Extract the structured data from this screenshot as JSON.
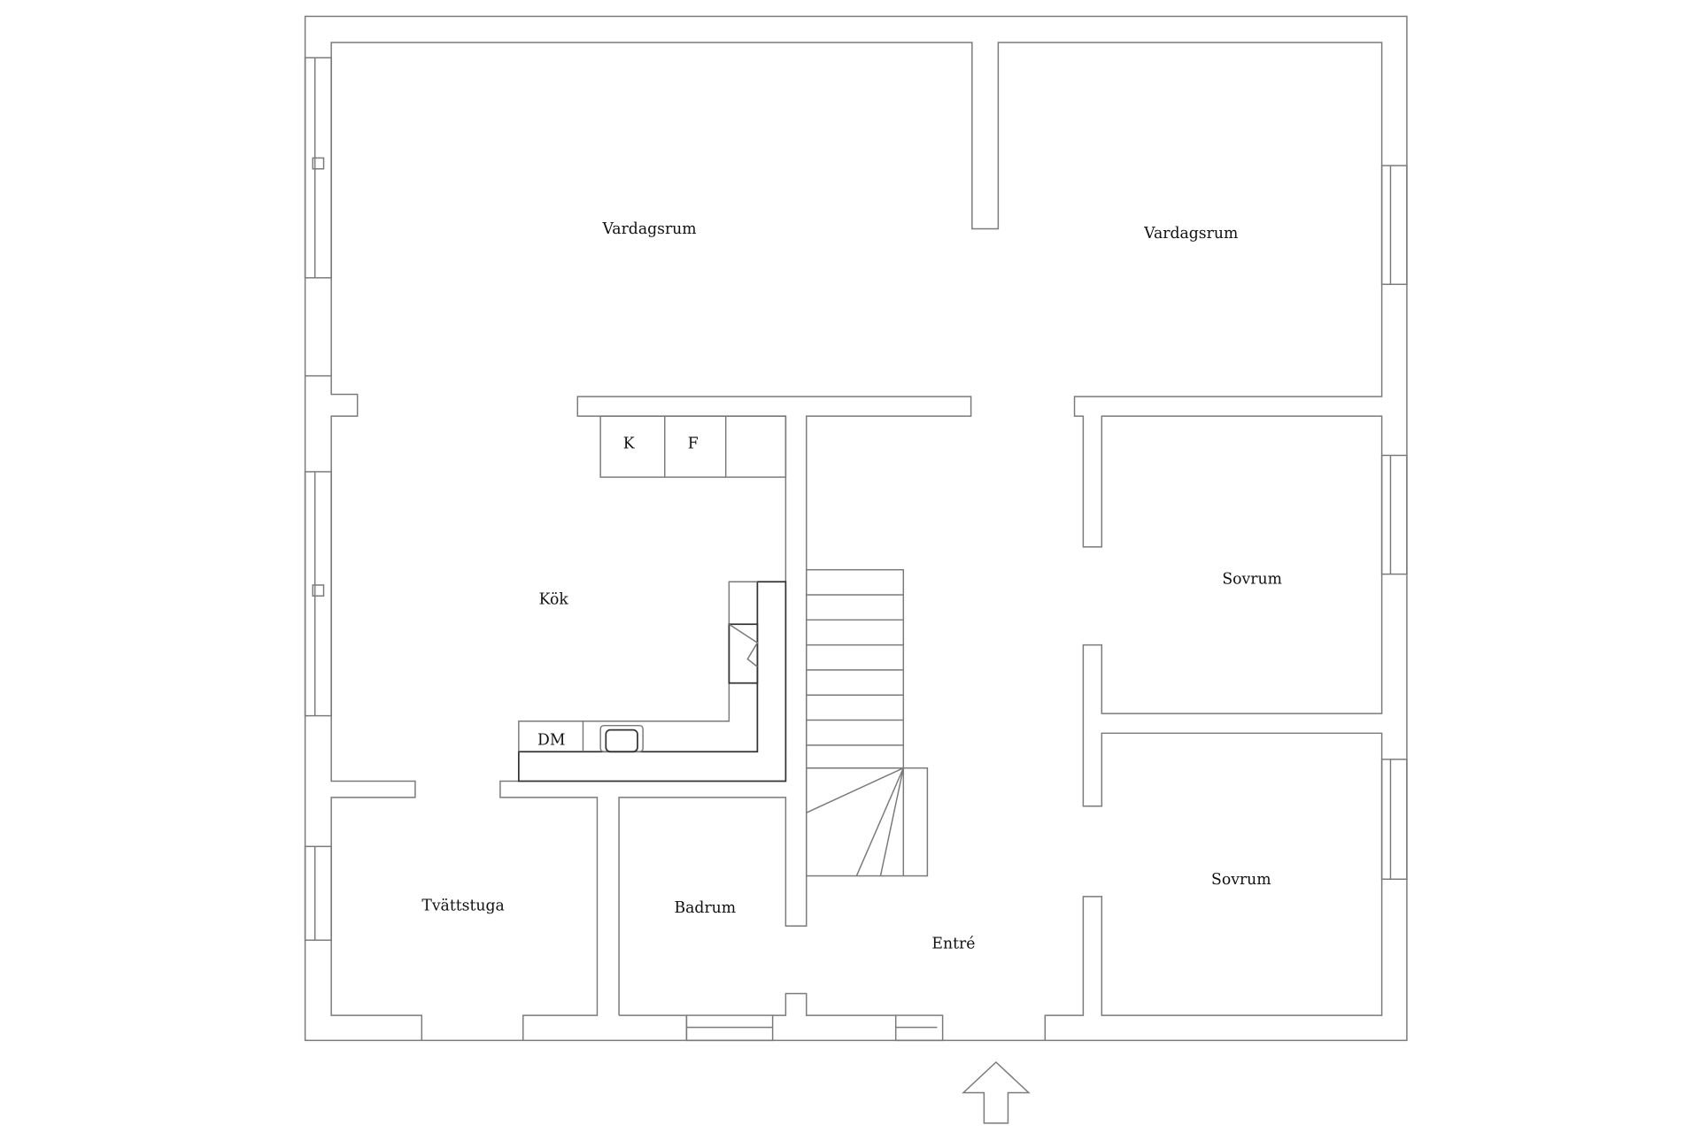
{
  "rooms": {
    "living_left": "Vardagsrum",
    "living_right": "Vardagsrum",
    "kitchen": "Kök",
    "freezer": "K",
    "fridge": "F",
    "dishwasher": "DM",
    "laundry": "Tvättstuga",
    "bathroom": "Badrum",
    "entrance": "Entré",
    "bedroom_top": "Sovrum",
    "bedroom_bottom": "Sovrum"
  },
  "colors": {
    "wall": "#7a7a7a",
    "counter": "#333333",
    "text": "#111111"
  },
  "icons": {
    "entrance_marker": "up-arrow-icon"
  }
}
